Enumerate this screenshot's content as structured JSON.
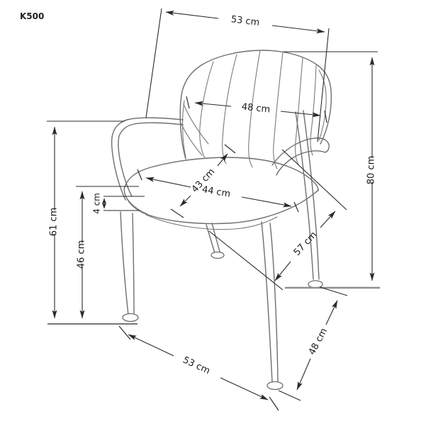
{
  "product": {
    "model": "K500"
  },
  "unit": "cm",
  "colors": {
    "background": "#ffffff",
    "chair_line": "#6e6e6e",
    "dimension_line": "#2a2a2a",
    "label_text": "#1c1c1c",
    "floor_line_back": "#8e8e8e",
    "floor_line_front": "#4a4a4a"
  },
  "dimensions": {
    "top_width": {
      "label": "53 cm",
      "value": 53
    },
    "backrest_width": {
      "label": "48 cm",
      "value": 48
    },
    "seat_depth": {
      "label": "43 cm",
      "value": 43
    },
    "seat_width": {
      "label": "44 cm",
      "value": 44
    },
    "diagonal_depth": {
      "label": "57 cm",
      "value": 57
    },
    "total_height": {
      "label": "80 cm",
      "value": 80
    },
    "armrest_height": {
      "label": "61 cm",
      "value": 61
    },
    "seat_height": {
      "label": "46 cm",
      "value": 46
    },
    "cushion_thickness": {
      "label": "4 cm",
      "value": 4
    },
    "front_width": {
      "label": "53 cm",
      "value": 53
    },
    "leg_depth": {
      "label": "48 cm",
      "value": 48
    }
  }
}
